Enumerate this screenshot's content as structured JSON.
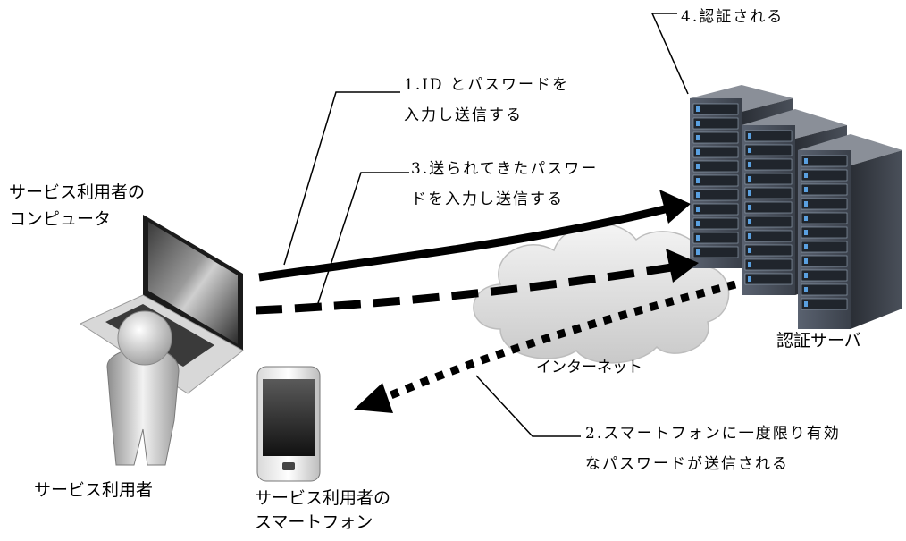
{
  "labels": {
    "user_computer": [
      "サービス利用者の",
      "コンピュータ"
    ],
    "user": "サービス利用者",
    "user_phone": [
      "サービス利用者の",
      "スマートフォン"
    ],
    "auth_server": "認証サーバ",
    "internet": "インターネット"
  },
  "steps": {
    "step1": [
      "1.ID とパスワードを",
      "入力し送信する"
    ],
    "step2": [
      "2.スマートフォンに一度限り有効",
      "なパスワードが送信される"
    ],
    "step3": [
      "3.送られてきたパスワー",
      "ドを入力し送信する"
    ],
    "step4": "4.認証される"
  }
}
